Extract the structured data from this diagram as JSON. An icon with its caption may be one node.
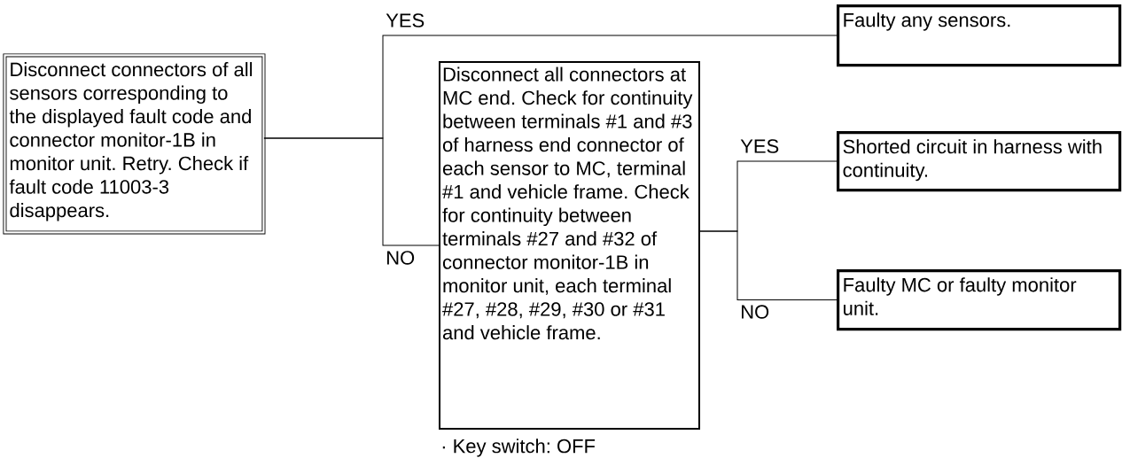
{
  "diagram": {
    "nodes": [
      {
        "text": [
          "Disconnect connectors of all sensors corresponding to the displayed fault code and connector monitor-1B in monitor unit. Retry. Check if fault code 11003-3 disappears."
        ]
      },
      {
        "text": [
          "Faulty any sensors."
        ]
      },
      {
        "text": [
          "Disconnect all connectors at MC end. Check for continuity between terminals #1 and #3 of harness end connector of each sensor to MC, terminal #1 and vehicle frame. Check for continuity between terminals #27 and #32 of connector monitor-1B in monitor unit, each terminal #27, #28, #29, #30 or #31 and vehicle frame."
        ],
        "beside": [
          "· Key switch: OFF"
        ]
      },
      {
        "text": [
          "Shorted circuit in harness with continuity."
        ]
      },
      {
        "text": [
          "Faulty MC or faulty monitor unit."
        ]
      }
    ],
    "edges": [
      {
        "from": 0,
        "to": 1,
        "arrow": "none",
        "label": "YES"
      },
      {
        "from": 0,
        "to": 2,
        "arrow": "none",
        "label": "NO"
      },
      {
        "from": 2,
        "to": 3,
        "arrow": "none",
        "label": "YES"
      },
      {
        "from": 2,
        "to": 4,
        "arrow": "none",
        "label": "NO"
      }
    ]
  }
}
